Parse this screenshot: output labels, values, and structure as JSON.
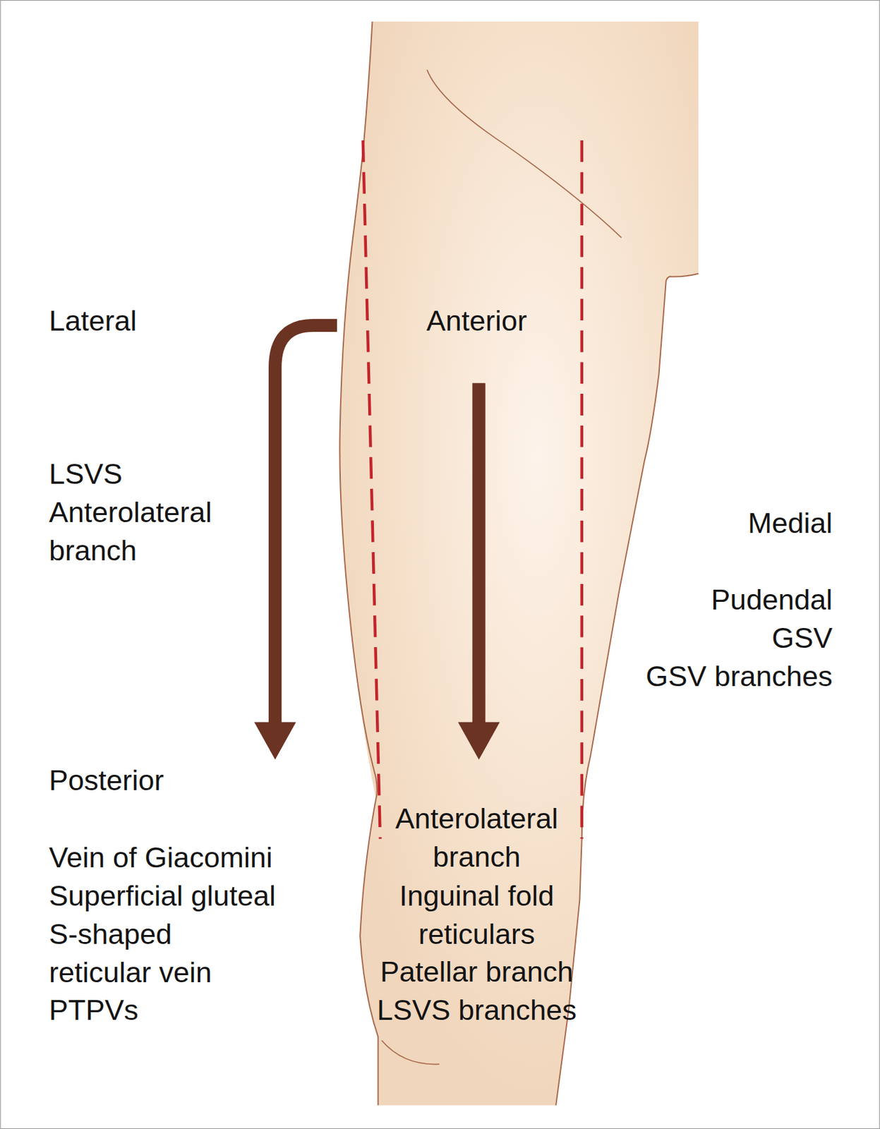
{
  "diagram": {
    "labels": [
      "Lateral",
      "Anterior",
      "LSVS",
      "Anterolateral branch",
      "Medial",
      "Pudendal",
      "GSV",
      "GSV branches",
      "Posterior",
      "Vein of Giacomini",
      "Superficial gluteal",
      "S-shaped reticular vein",
      "PTPVs",
      "Anterolateral branch",
      "Inguinal fold reticulars",
      "Patellar branch",
      "LSVS branches"
    ]
  }
}
